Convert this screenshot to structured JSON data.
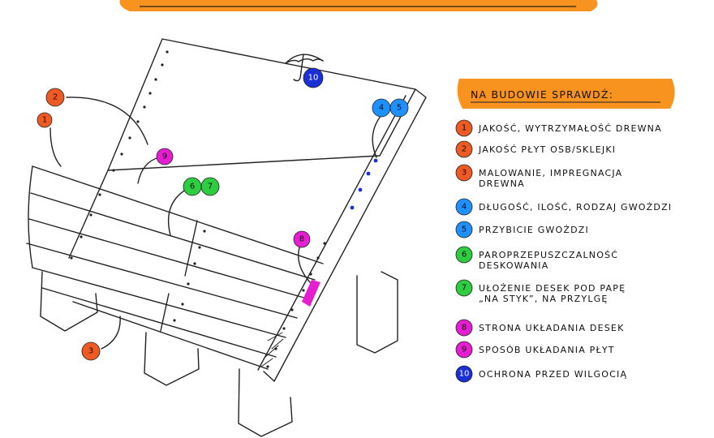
{
  "header": {
    "accent": "#f7931e"
  },
  "callout_title": "NA BUDOWIE SPRAWDŹ:",
  "legend": [
    {
      "num": "1",
      "color": "#ee5a24",
      "line1": "JAKOŚĆ, WYTRZYMAŁOŚĆ DREWNA",
      "line2": ""
    },
    {
      "num": "2",
      "color": "#ee5a24",
      "line1": "JAKOŚĆ PŁYT OSB/SKLEJKI",
      "line2": ""
    },
    {
      "num": "3",
      "color": "#ee5a24",
      "line1": "MALOWANIE, IMPREGNACJA",
      "line2": "DREWNA"
    },
    {
      "num": "4",
      "color": "#1e90ff",
      "line1": "DŁUGOŚĆ, ILOŚĆ, RODZAJ GWOŹDZI",
      "line2": ""
    },
    {
      "num": "5",
      "color": "#1e90ff",
      "line1": "PRZYBICIE GWOŹDZI",
      "line2": ""
    },
    {
      "num": "6",
      "color": "#2ecc40",
      "line1": "PAROPRZEPUSZCZALNOŚĆ",
      "line2": "DESKOWANIA"
    },
    {
      "num": "7",
      "color": "#2ecc40",
      "line1": "UŁOŻENIE DESEK POD PAPĘ",
      "line2": "„NA STYK”, NA PRZYLGĘ"
    },
    {
      "num": "8",
      "color": "#e61ed2",
      "line1": "STRONA UKŁADANIA DESEK",
      "line2": ""
    },
    {
      "num": "9",
      "color": "#e61ed2",
      "line1": "SPOSÓB UKŁADANIA PŁYT",
      "line2": ""
    },
    {
      "num": "10",
      "color": "#1a2fd6",
      "line1": "OCHRONA PRZED WILGOCIĄ",
      "line2": ""
    }
  ],
  "markers": [
    {
      "text": "2",
      "color": "#ee5a24"
    },
    {
      "text": "1",
      "color": "#ee5a24"
    },
    {
      "text": "3",
      "color": "#ee5a24"
    },
    {
      "text": "4",
      "color": "#1e90ff"
    },
    {
      "text": "5",
      "color": "#1e90ff"
    },
    {
      "text": "9",
      "color": "#e61ed2"
    },
    {
      "text": "6",
      "color": "#2ecc40"
    },
    {
      "text": "7",
      "color": "#2ecc40"
    },
    {
      "text": "8",
      "color": "#e61ed2"
    },
    {
      "text": "10",
      "color": "#1a2fd6"
    }
  ]
}
